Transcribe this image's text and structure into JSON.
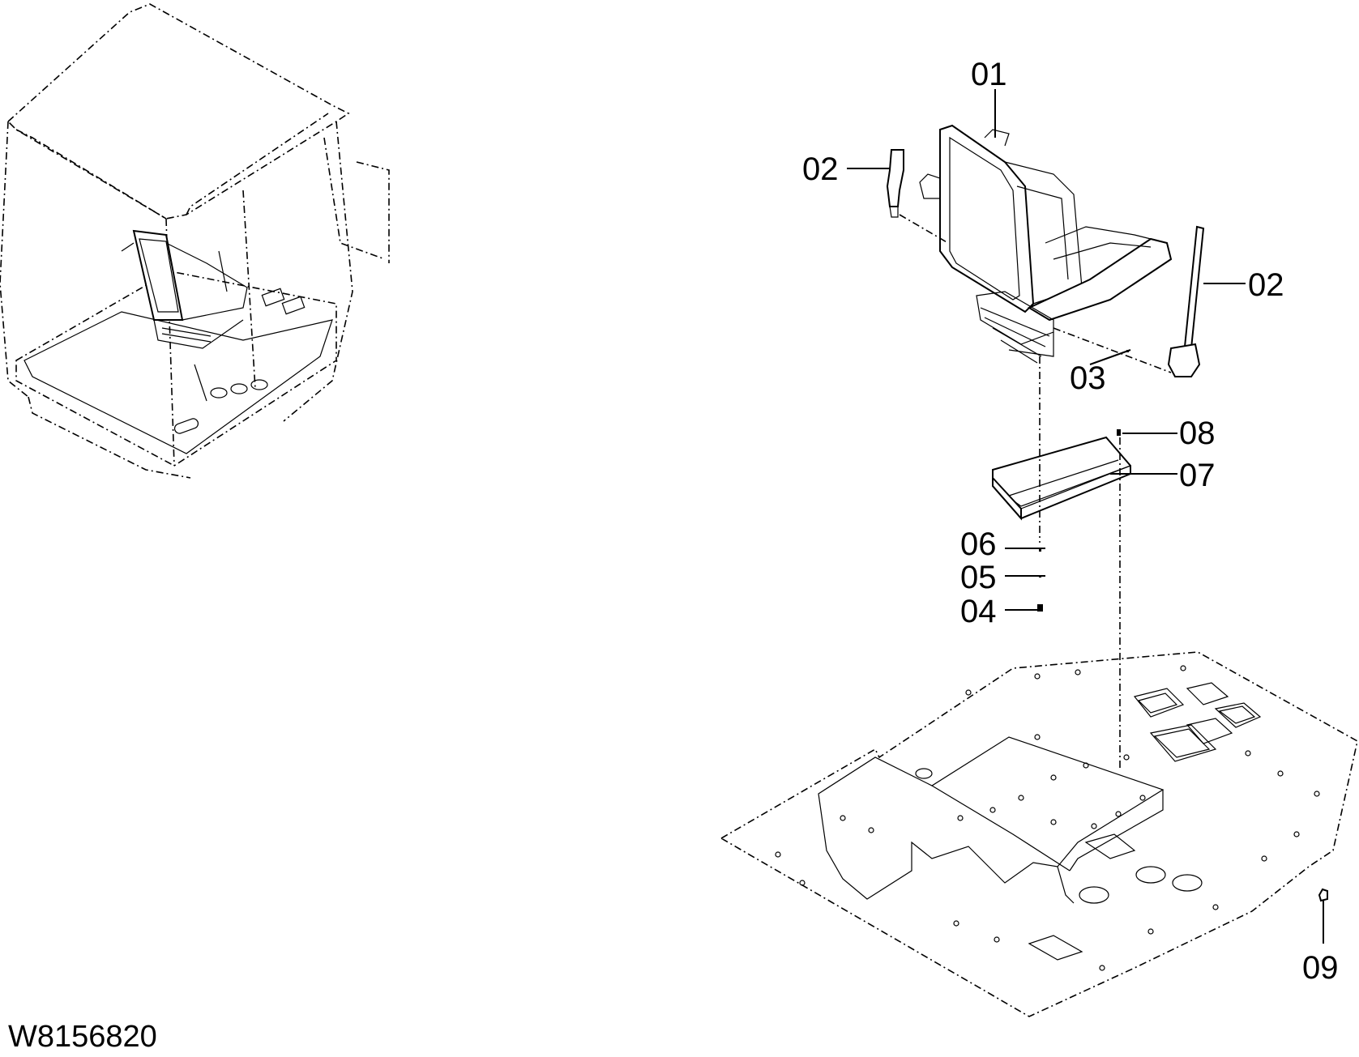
{
  "drawing_code": "W8156820",
  "callouts": [
    {
      "id": "01",
      "text": "01"
    },
    {
      "id": "02a",
      "text": "02"
    },
    {
      "id": "02b",
      "text": "02"
    },
    {
      "id": "03",
      "text": "03"
    },
    {
      "id": "04",
      "text": "04"
    },
    {
      "id": "05",
      "text": "05"
    },
    {
      "id": "06",
      "text": "06"
    },
    {
      "id": "07",
      "text": "07"
    },
    {
      "id": "08",
      "text": "08"
    },
    {
      "id": "09",
      "text": "09"
    }
  ]
}
